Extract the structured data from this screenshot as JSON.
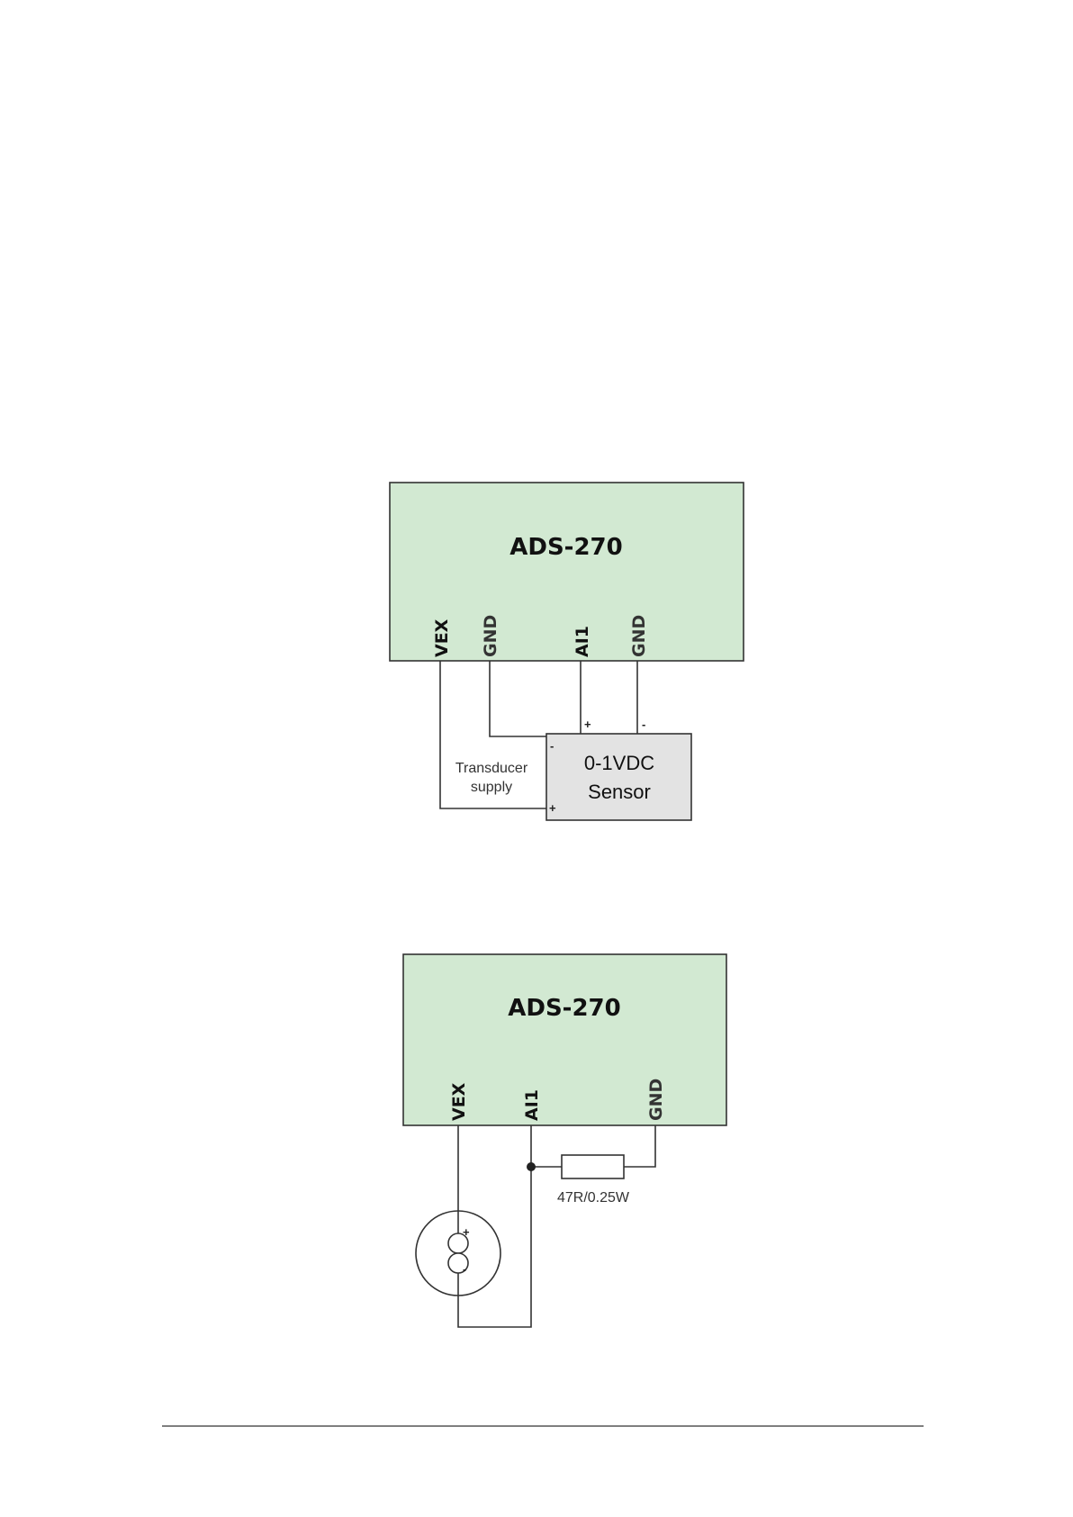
{
  "diagram1": {
    "device": {
      "title": "ADS-270",
      "pins": [
        "VEX",
        "GND",
        "AI1",
        "GND"
      ]
    },
    "sensor": {
      "line1": "0-1VDC",
      "line2": "Sensor"
    },
    "supply_label": {
      "line1": "Transducer",
      "line2": "supply"
    },
    "signs": {
      "ai_plus": "+",
      "gnd_minus": "-",
      "supply_minus": "-",
      "supply_plus": "+"
    },
    "colors": {
      "device_fill": "#d2e9d2",
      "sensor_fill": "#e3e3e3"
    }
  },
  "diagram2": {
    "device": {
      "title": "ADS-270",
      "pins": [
        "VEX",
        "AI1",
        "GND"
      ]
    },
    "resistor_label": "47R/0.25W",
    "signs": {
      "source_plus": "+",
      "source_minus": "-"
    },
    "icons": {
      "source": "current-source-icon",
      "resistor": "resistor-icon"
    },
    "colors": {
      "device_fill": "#d2e9d2"
    }
  }
}
